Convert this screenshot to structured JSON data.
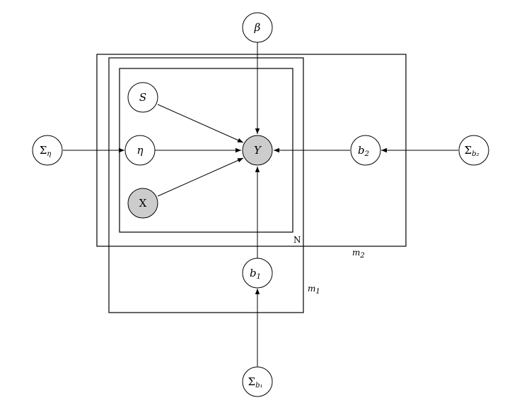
{
  "diagram": {
    "plates": {
      "n": {
        "label": "N"
      },
      "m1": {
        "label": "m",
        "sub": "1"
      },
      "m2": {
        "label": "m",
        "sub": "2"
      }
    },
    "nodes": {
      "beta": {
        "label": "β",
        "observed": false
      },
      "S": {
        "label": "S",
        "observed": false
      },
      "eta": {
        "label": "η",
        "observed": false
      },
      "X": {
        "label": "X",
        "observed": true
      },
      "Y": {
        "label": "Y",
        "observed": true
      },
      "b2": {
        "label": "b",
        "sub": "2",
        "observed": false
      },
      "b1": {
        "label": "b",
        "sub": "1",
        "observed": false
      },
      "sig_eta": {
        "label": "Σ",
        "sub": "η",
        "observed": false
      },
      "sig_b2": {
        "label": "Σ",
        "sub": "b₂",
        "observed": false
      },
      "sig_b1": {
        "label": "Σ",
        "sub": "b₁",
        "observed": false
      }
    },
    "colors": {
      "observed_fill": "#cccccc",
      "latent_fill": "#ffffff",
      "stroke": "#000000"
    }
  }
}
